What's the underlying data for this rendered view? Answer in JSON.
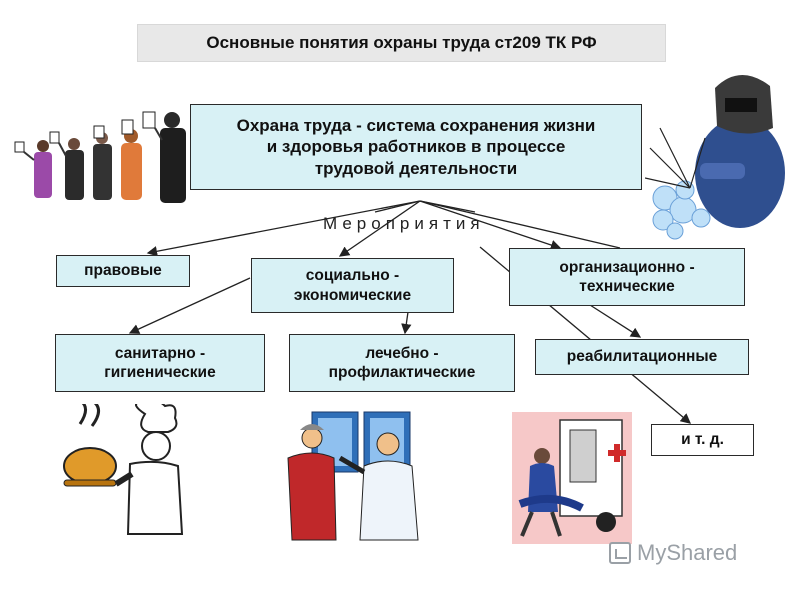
{
  "title": "Основные понятия охраны труда ст209  ТК РФ",
  "main_box": {
    "line1": "Охрана труда - система сохранения жизни",
    "line2": "и здоровья работников в процессе",
    "line3": "трудовой деятельности"
  },
  "measures_label": "Мероприятия",
  "boxes": {
    "legal": "правовые",
    "socio_line1": "социально -",
    "socio_line2": "экономические",
    "org_line1": "организационно -",
    "org_line2": "технические",
    "sanitary_line1": "санитарно -",
    "sanitary_line2": "гигиенические",
    "medical_line1": "лечебно -",
    "medical_line2": "профилактические",
    "rehab": "реабилитационные",
    "etc": "и  т. д."
  },
  "watermark": "MyShared",
  "icons": [
    "voters-clipart",
    "welder-clipart",
    "chef-clipart",
    "doctor-clipart",
    "ambulance-clipart"
  ]
}
